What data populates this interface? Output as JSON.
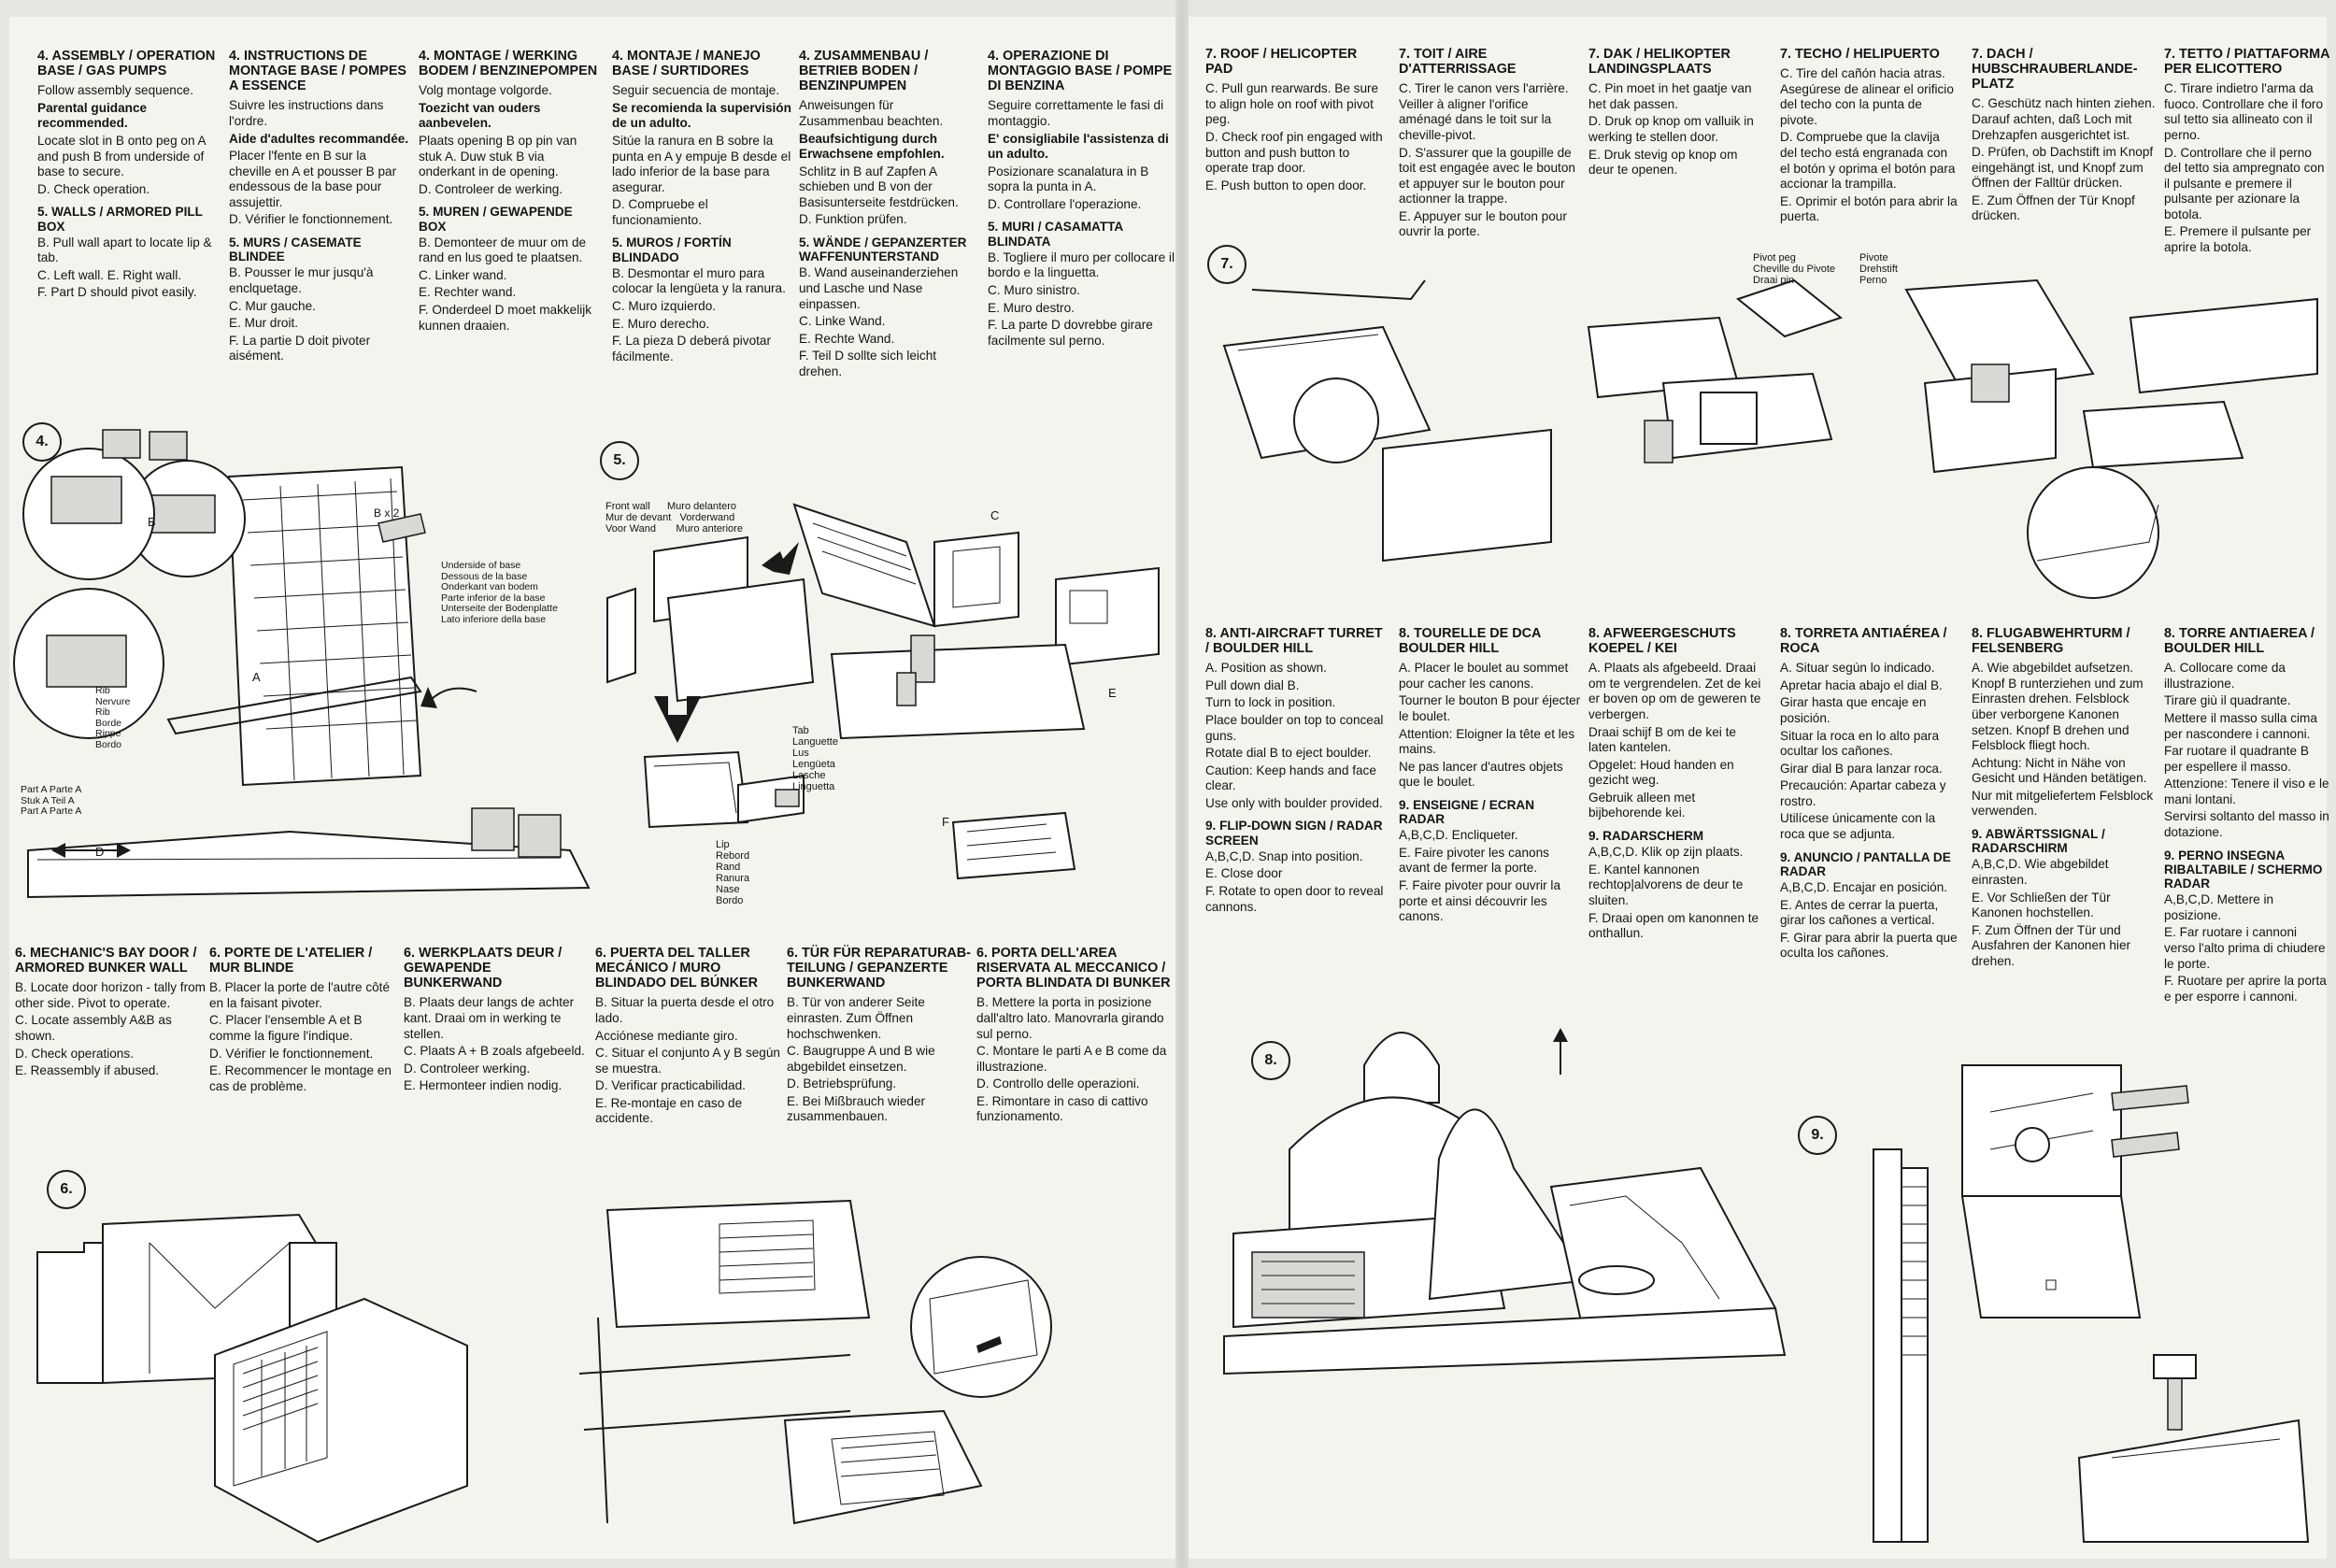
{
  "blocks": {
    "b_en4": {
      "title": "4. ASSEMBLY / OPERATION BASE / GAS PUMPS",
      "lines": [
        {
          "t": "Follow assembly sequence."
        },
        {
          "t": "Parental guidance recommended.",
          "s": "w"
        },
        {
          "t": "Locate slot in B onto peg on A and push B from underside of base to secure."
        },
        {
          "t": "D. Check operation."
        },
        {
          "t": "5. WALLS / ARMORED PILL BOX",
          "s": "sub"
        },
        {
          "t": "B. Pull wall apart to locate lip & tab."
        },
        {
          "t": "C. Left wall. E. Right wall."
        },
        {
          "t": "F. Part D should pivot easily."
        }
      ]
    },
    "b_fr4": {
      "title": "4. INSTRUCTIONS DE MONTAGE BASE / POMPES A ESSENCE",
      "lines": [
        {
          "t": "Suivre les instructions dans l'ordre."
        },
        {
          "t": "Aide d'adultes recommandée.",
          "s": "w"
        },
        {
          "t": "Placer l'fente en B sur la cheville en A et pousser B par endessous de la base pour assujettir."
        },
        {
          "t": "D. Vérifier le fonctionnement."
        },
        {
          "t": "5. MURS / CASEMATE BLINDEE",
          "s": "sub"
        },
        {
          "t": "B. Pousser le mur jusqu'à enclquetage."
        },
        {
          "t": "C. Mur gauche."
        },
        {
          "t": "E. Mur droit."
        },
        {
          "t": "F. La partie D doit pivoter aisément."
        }
      ]
    },
    "b_nl4": {
      "title": "4. MONTAGE / WERKING BODEM / BENZINEPOMPEN",
      "lines": [
        {
          "t": "Volg montage volgorde."
        },
        {
          "t": "Toezicht van ouders aanbevelen.",
          "s": "w"
        },
        {
          "t": "Plaats opening B op pin van stuk A. Duw stuk B via onderkant in de opening."
        },
        {
          "t": "D. Controleer de werking."
        },
        {
          "t": "5. MUREN / GEWAPENDE BOX",
          "s": "sub"
        },
        {
          "t": "B. Demonteer de muur om de rand en lus goed te plaatsen."
        },
        {
          "t": "C. Linker wand."
        },
        {
          "t": "E. Rechter wand."
        },
        {
          "t": "F. Onderdeel D moet makkelijk kunnen draaien."
        }
      ]
    },
    "b_es4": {
      "title": "4. MONTAJE / MANEJO BASE / SURTIDORES",
      "lines": [
        {
          "t": "Seguir secuencia de montaje."
        },
        {
          "t": "Se recomienda la supervisión de un adulto.",
          "s": "w"
        },
        {
          "t": "Sitúe la ranura en B sobre la punta en A y empuje B desde el lado inferior de la base para asegurar."
        },
        {
          "t": "D. Compruebe el funcionamiento."
        },
        {
          "t": "5. MUROS / FORTÍN BLINDADO",
          "s": "sub"
        },
        {
          "t": "B. Desmontar el muro para colocar la lengüeta y la ranura."
        },
        {
          "t": "C. Muro izquierdo."
        },
        {
          "t": "E. Muro derecho."
        },
        {
          "t": "F. La pieza D deberá pivotar fácilmente."
        }
      ]
    },
    "b_de4": {
      "title": "4. ZUSAMMENBAU / BETRIEB BODEN / BENZINPUMPEN",
      "lines": [
        {
          "t": "Anweisungen für Zusammenbau beachten."
        },
        {
          "t": "Beaufsichtigung durch Erwachsene empfohlen.",
          "s": "w"
        },
        {
          "t": "Schlitz in B auf Zapfen A schieben und B von der Basisunterseite festdrücken."
        },
        {
          "t": "D. Funktion prüfen."
        },
        {
          "t": "5. WÄNDE / GEPANZERTER WAFFENUNTERSTAND",
          "s": "sub"
        },
        {
          "t": "B. Wand auseinanderziehen und Lasche und Nase einpassen."
        },
        {
          "t": "C. Linke Wand."
        },
        {
          "t": "E. Rechte Wand."
        },
        {
          "t": "F. Teil D sollte sich leicht drehen."
        }
      ]
    },
    "b_it4": {
      "title": "4. OPERAZIONE DI MONTAGGIO BASE / POMPE DI BENZINA",
      "lines": [
        {
          "t": "Seguire correttamente le fasi di montaggio."
        },
        {
          "t": "E' consigliabile l'assistenza di un adulto.",
          "s": "w"
        },
        {
          "t": "Posizionare scanalatura in B sopra la punta in A."
        },
        {
          "t": "D. Controllare l'operazione."
        },
        {
          "t": "5. MURI / CASAMATTA BLINDATA",
          "s": "sub"
        },
        {
          "t": "B. Togliere il muro per collocare il bordo e la linguetta."
        },
        {
          "t": "C. Muro sinistro."
        },
        {
          "t": "E. Muro destro."
        },
        {
          "t": "F. La parte D dovrebbe girare facilmente sul perno."
        }
      ]
    },
    "b_en6": {
      "title": "6. MECHANIC'S BAY DOOR / ARMORED BUNKER WALL",
      "lines": [
        {
          "t": "B. Locate door horizon - tally from other side. Pivot to operate."
        },
        {
          "t": "C. Locate assembly A&B as shown."
        },
        {
          "t": "D. Check operations."
        },
        {
          "t": "E. Reassembly if abused."
        }
      ]
    },
    "b_fr6": {
      "title": "6. PORTE DE L'ATELIER / MUR BLINDE",
      "lines": [
        {
          "t": "B. Placer la porte de l'autre côté en la faisant pivoter."
        },
        {
          "t": "C. Placer l'ensemble A et B comme la figure l'indique."
        },
        {
          "t": "D. Vérifier le fonctionnement."
        },
        {
          "t": "E. Recommencer le montage en cas de problème."
        }
      ]
    },
    "b_nl6": {
      "title": "6. WERKPLAATS DEUR / GEWAPENDE BUNKERWAND",
      "lines": [
        {
          "t": "B. Plaats deur langs de achter kant. Draai om in werking te stellen."
        },
        {
          "t": "C. Plaats A + B zoals afgebeeld."
        },
        {
          "t": "D. Controleer werking."
        },
        {
          "t": "E. Hermonteer indien nodig."
        }
      ]
    },
    "b_es6": {
      "title": "6. PUERTA DEL TALLER MECÁNICO / MURO BLINDADO DEL BÚNKER",
      "lines": [
        {
          "t": "B. Situar la puerta desde el otro lado."
        },
        {
          "t": "Acciónese mediante giro."
        },
        {
          "t": "C. Situar el conjunto A y B según se muestra."
        },
        {
          "t": "D. Verificar practicabilidad."
        },
        {
          "t": "E. Re-montaje en caso de accidente."
        }
      ]
    },
    "b_de6": {
      "title": "6. TÜR FÜR REPARATURAB-TEILUNG / GEPANZERTE BUNKERWAND",
      "lines": [
        {
          "t": "B. Tür von anderer Seite einrasten. Zum Öffnen hochschwenken."
        },
        {
          "t": "C. Baugruppe A und B wie abgebildet einsetzen."
        },
        {
          "t": "D. Betriebsprüfung."
        },
        {
          "t": "E. Bei Mißbrauch wieder zusammenbauen."
        }
      ]
    },
    "b_it6": {
      "title": "6. PORTA DELL'AREA RISERVATA AL MECCANICO / PORTA BLINDATA DI BUNKER",
      "lines": [
        {
          "t": "B. Mettere la porta in posizione dall'altro lato. Manovrarla girando sul perno."
        },
        {
          "t": "C. Montare le parti A e B come da illustrazione."
        },
        {
          "t": "D. Controllo delle operazioni."
        },
        {
          "t": "E. Rimontare in caso di cattivo funzionamento."
        }
      ]
    },
    "b_en7": {
      "title": "7. ROOF / HELICOPTER PAD",
      "lines": [
        {
          "t": "C. Pull gun rearwards. Be sure to align hole on roof with pivot peg."
        },
        {
          "t": "D. Check roof pin engaged with button and push button to operate trap door."
        },
        {
          "t": "E. Push button to open door."
        }
      ]
    },
    "b_fr7": {
      "title": "7. TOIT / AIRE D'ATTERRISSAGE",
      "lines": [
        {
          "t": "C. Tirer le canon vers l'arrière. Veiller à aligner l'orifice aménagé dans le toit sur la cheville-pivot."
        },
        {
          "t": "D. S'assurer que la goupille de toit est engagée avec le bouton et appuyer sur le bouton pour actionner la trappe."
        },
        {
          "t": "E. Appuyer sur le bouton pour ouvrir la porte."
        }
      ]
    },
    "b_nl7": {
      "title": "7. DAK / HELIKOPTER LANDINGSPLAATS",
      "lines": [
        {
          "t": "C. Pin moet in het gaatje van het dak passen."
        },
        {
          "t": "D. Druk op knop om valluik in werking te stellen door."
        },
        {
          "t": "E. Druk stevig op knop om deur te openen."
        }
      ]
    },
    "b_es7": {
      "title": "7. TECHO / HELIPUERTO",
      "lines": [
        {
          "t": "C. Tire del cañón hacia atras. Asegúrese de alinear el orificio del techo con la punta de pivote."
        },
        {
          "t": "D. Compruebe que la clavija del techo está engranada con el botón y oprima el botón para accionar la trampilla."
        },
        {
          "t": "E. Oprimir el botón para abrir la puerta."
        }
      ]
    },
    "b_de7": {
      "title": "7. DACH / HUBSCHRAUBERLANDE-PLATZ",
      "lines": [
        {
          "t": "C. Geschütz nach hinten ziehen. Darauf achten, daß Loch mit Drehzapfen ausgerichtet ist."
        },
        {
          "t": "D. Prüfen, ob Dachstift im Knopf eingehängt ist, und Knopf zum Öffnen der Falltür drücken."
        },
        {
          "t": "E. Zum Öffnen der Tür Knopf drücken."
        }
      ]
    },
    "b_it7": {
      "title": "7. TETTO / PIATTAFORMA PER ELICOTTERO",
      "lines": [
        {
          "t": "C. Tirare indietro l'arma da fuoco. Controllare che il foro sul tetto sia allineato con il perno."
        },
        {
          "t": "D. Controllare che il perno del tetto sia ampregnato con il pulsante e premere il pulsante per azionare la botola."
        },
        {
          "t": "E. Premere il pulsante per aprire la botola."
        }
      ]
    },
    "b_en8": {
      "title": "8. ANTI-AIRCRAFT TURRET / BOULDER HILL",
      "lines": [
        {
          "t": "A. Position as shown."
        },
        {
          "t": "Pull down dial B."
        },
        {
          "t": "Turn to lock in position."
        },
        {
          "t": "Place boulder on top to conceal guns."
        },
        {
          "t": "Rotate dial B to eject boulder."
        },
        {
          "t": "Caution: Keep hands and face clear."
        },
        {
          "t": "Use only with boulder provided."
        },
        {
          "t": "9. FLIP-DOWN SIGN / RADAR SCREEN",
          "s": "sub"
        },
        {
          "t": "A,B,C,D. Snap into position."
        },
        {
          "t": "E. Close door"
        },
        {
          "t": "F. Rotate to open door to reveal cannons."
        }
      ]
    },
    "b_fr8": {
      "title": "8. TOURELLE DE DCA BOULDER HILL",
      "lines": [
        {
          "t": "A. Placer le boulet au sommet pour cacher les canons."
        },
        {
          "t": "Tourner le bouton B pour éjecter le boulet."
        },
        {
          "t": "Attention: Eloigner la tête et les mains."
        },
        {
          "t": "Ne pas lancer d'autres objets que le boulet."
        },
        {
          "t": "9. ENSEIGNE / ECRAN RADAR",
          "s": "sub"
        },
        {
          "t": "A,B,C,D. Encliqueter."
        },
        {
          "t": "E. Faire pivoter les canons avant de fermer la porte."
        },
        {
          "t": "F. Faire pivoter pour ouvrir la porte et ainsi découvrir les canons."
        }
      ]
    },
    "b_nl8": {
      "title": "8. AFWEERGESCHUTS KOEPEL / KEI",
      "lines": [
        {
          "t": "A. Plaats als afgebeeld. Draai om te vergrendelen. Zet de kei er boven op om de geweren te verbergen."
        },
        {
          "t": "Draai schijf B om de kei te laten kantelen."
        },
        {
          "t": "Opgelet: Houd handen en gezicht weg."
        },
        {
          "t": "Gebruik alleen met bijbehorende kei."
        },
        {
          "t": "9. RADARSCHERM",
          "s": "sub"
        },
        {
          "t": "A,B,C,D. Klik op zijn plaats."
        },
        {
          "t": "E. Kantel kannonen rechtop|alvorens de deur te sluiten."
        },
        {
          "t": "F. Draai open om kanonnen te onthallun."
        }
      ]
    },
    "b_es8": {
      "title": "8. TORRETA ANTIAÉREA / ROCA",
      "lines": [
        {
          "t": "A. Situar según lo indicado."
        },
        {
          "t": "Apretar hacia abajo el dial B."
        },
        {
          "t": "Girar hasta que encaje en posición."
        },
        {
          "t": "Situar la roca en lo alto para ocultar los cañones."
        },
        {
          "t": "Girar dial B para lanzar roca."
        },
        {
          "t": "Precaución: Apartar cabeza y rostro."
        },
        {
          "t": "Utilícese únicamente con la roca que se adjunta."
        },
        {
          "t": "9. ANUNCIO / PANTALLA DE RADAR",
          "s": "sub"
        },
        {
          "t": "A,B,C,D. Encajar en posición."
        },
        {
          "t": "E. Antes de cerrar la puerta, girar los cañones a vertical."
        },
        {
          "t": "F. Girar para abrir la puerta que oculta los cañones."
        }
      ]
    },
    "b_de8": {
      "title": "8. FLUGABWEHRTURM / FELSENBERG",
      "lines": [
        {
          "t": "A. Wie abgebildet aufsetzen. Knopf B runterziehen und zum Einrasten drehen. Felsblock über verborgene Kanonen setzen. Knopf B drehen und Felsblock fliegt hoch."
        },
        {
          "t": "Achtung: Nicht in Nähe von Gesicht und Händen betätigen."
        },
        {
          "t": "Nur mit mitgeliefertem Felsblock verwenden."
        },
        {
          "t": "9. ABWÄRTSSIGNAL / RADARSCHIRM",
          "s": "sub"
        },
        {
          "t": "A,B,C,D. Wie abgebildet einrasten."
        },
        {
          "t": "E. Vor Schließen der Tür Kanonen hochstellen."
        },
        {
          "t": "F. Zum Öffnen der Tür und Ausfahren der Kanonen hier drehen."
        }
      ]
    },
    "b_it8": {
      "title": "8. TORRE ANTIAEREA / BOULDER HILL",
      "lines": [
        {
          "t": "A. Collocare come da illustrazione."
        },
        {
          "t": "Tirare giù il quadrante."
        },
        {
          "t": "Mettere il masso sulla cima per nascondere i cannoni."
        },
        {
          "t": "Far ruotare il quadrante B per espellere il masso."
        },
        {
          "t": "Attenzione: Tenere il viso e le mani lontani."
        },
        {
          "t": "Servirsi soltanto del masso in dotazione."
        },
        {
          "t": "9. PERNO INSEGNA RIBALTABILE / SCHERMO RADAR",
          "s": "sub"
        },
        {
          "t": "A,B,C,D. Mettere in posizione."
        },
        {
          "t": "E. Far ruotare i cannoni verso l'alto prima di chiudere le porte."
        },
        {
          "t": "F. Ruotare per aprire la porta e per esporre i cannoni."
        }
      ]
    }
  },
  "steps": {
    "s4": "4.",
    "s5": "5.",
    "s6": "6.",
    "s7": "7.",
    "s8": "8.",
    "s9": "9."
  },
  "labels": {
    "bx2": "B x 2",
    "underside": [
      "Underside of base",
      "Dessous de la base",
      "Onderkant van bodem",
      "Parte inferior de la base",
      "Unterseite der Bodenplatte",
      "Lato inferiore della base"
    ],
    "rib": [
      "Rib",
      "Nervure",
      "Rib",
      "Borde",
      "Rippe",
      "Bordo"
    ],
    "parta": [
      "Part A   Parte A",
      "Stuk A   Teil A",
      "Part A   Parte A"
    ],
    "frontwall": [
      "Front wall      Muro delantero",
      "Mur de devant   Vorderwand",
      "Voor Wand       Muro anteriore"
    ],
    "tab": [
      "Tab",
      "Languette",
      "Lus",
      "Lengüeta",
      "Lasche",
      "Linguetta"
    ],
    "lip": [
      "Lip",
      "Rebord",
      "Rand",
      "Ranura",
      "Nase",
      "Bordo"
    ],
    "pivotpeg": [
      "Pivot peg",
      "Cheville du Pivote",
      "Draai pin"
    ],
    "pivote": [
      "Pivote",
      "Drehstift",
      "Perno"
    ],
    "letters": {
      "a": "A",
      "b": "B",
      "c": "C",
      "d": "D",
      "e": "E",
      "f": "F"
    }
  }
}
